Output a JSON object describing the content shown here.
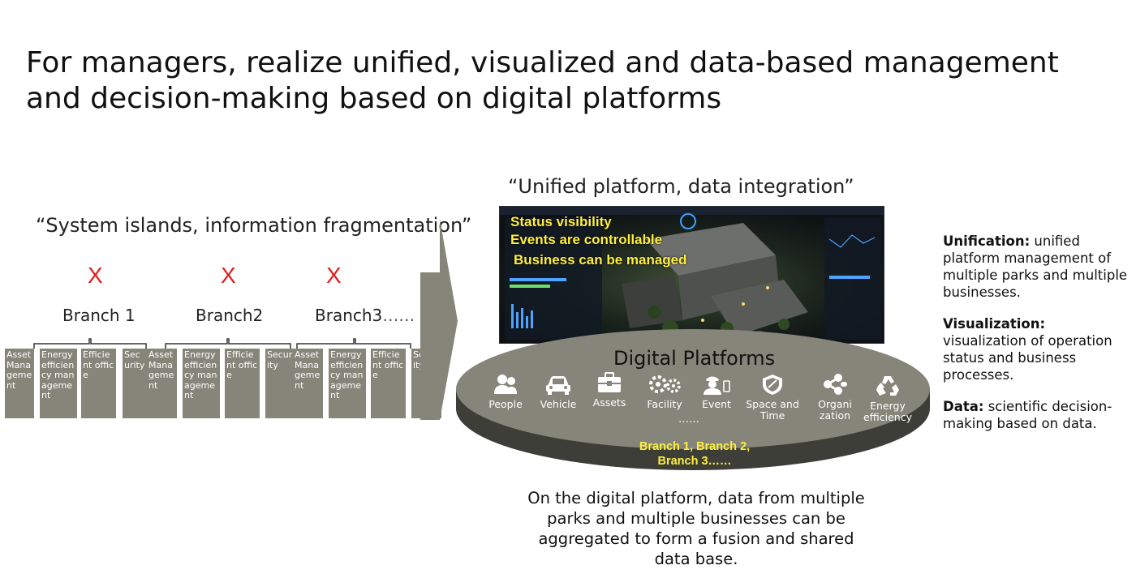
{
  "title": "For managers, realize unified, visualized and data-based management and decision-making based on digital platforms",
  "left": {
    "heading": "“System islands, information fragmentation”",
    "mark": "X",
    "branches": [
      {
        "name": "Branch 1",
        "suffix": ""
      },
      {
        "name": "Branch2",
        "suffix": ""
      },
      {
        "name": "Branch3",
        "suffix": "……"
      }
    ],
    "modules": [
      "Asset Management",
      "Energy efficiency management",
      "Efficient office",
      "Security"
    ]
  },
  "right": {
    "heading": "“Unified platform, data integration”",
    "status_lines": [
      "Status visibility",
      "Events are controllable",
      "Business can be managed"
    ],
    "platform_title": "Digital Platforms",
    "icons": [
      {
        "label": "People",
        "icon": "people-icon"
      },
      {
        "label": "Vehicle",
        "icon": "vehicle-icon"
      },
      {
        "label": "Assets",
        "icon": "assets-icon"
      },
      {
        "label": "Facility",
        "icon": "facility-icon"
      },
      {
        "label": "Event",
        "icon": "event-icon"
      },
      {
        "label": "Space and Time",
        "icon": "space-time-icon"
      },
      {
        "label": "Organi zation",
        "icon": "organization-icon"
      },
      {
        "label": "Energy efficiency",
        "icon": "energy-efficiency-icon"
      }
    ],
    "more": "……",
    "branches_line1": "Branch 1, Branch 2,",
    "branches_line2": "Branch 3……",
    "description": "On the digital platform, data from multiple parks and multiple businesses can be aggregated to form a fusion and shared data base."
  },
  "benefits": [
    {
      "term": "Unification:",
      "text": " unified platform management of multiple parks and multiple businesses."
    },
    {
      "term": "Visualization:",
      "text": " visualization of operation status and business processes."
    },
    {
      "term": "Data:",
      "text": " scientific decision-making based on data."
    }
  ],
  "colors": {
    "module_gray": "#85857a",
    "platform_gray": "#85857a",
    "x_red": "#e41c1c",
    "highlight_yellow": "#ffef3a"
  }
}
